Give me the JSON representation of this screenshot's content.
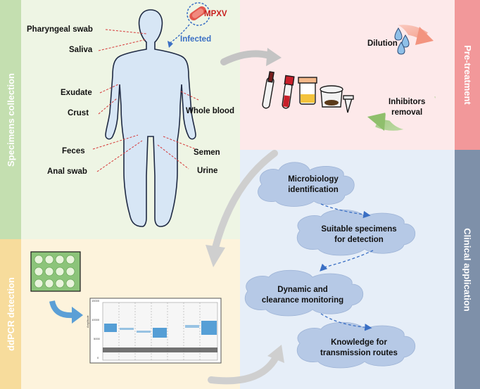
{
  "sections": {
    "specimens_collection": "Specimens collection",
    "pretreatment": "Pre-treatment",
    "ddpcr_detection": "ddPCR detection",
    "clinical_application": "Clinical application"
  },
  "specimens": {
    "pharyngeal_swab": "Pharyngeal swab",
    "saliva": "Saliva",
    "exudate": "Exudate",
    "crust": "Crust",
    "whole_blood": "Whole blood",
    "feces": "Feces",
    "anal_swab": "Anal swab",
    "semen": "Semen",
    "urine": "Urine"
  },
  "virus": {
    "label": "MPXV",
    "status": "Infected"
  },
  "pretreatment_steps": {
    "dilution": "Dilution",
    "inhibitors_line1": "Inhibitors",
    "inhibitors_line2": "removal"
  },
  "clinical_steps": [
    {
      "line1": "Microbiology",
      "line2": "identification"
    },
    {
      "line1": "Suitable specimens",
      "line2": "for detection"
    },
    {
      "line1": "Dynamic and",
      "line2": "clearance monitoring"
    },
    {
      "line1": "Knowledge for",
      "line2": "transmission routes"
    }
  ],
  "ddpcr_plot": {
    "y_ticks": [
      "15000",
      "10000",
      "5000",
      "0"
    ],
    "y_axis_label": "Amplitude"
  },
  "colors": {
    "green_panel": "#eef5e4",
    "pink_panel": "#fde9ea",
    "yellow_panel": "#fdf3dc",
    "blue_panel": "#e6eef8",
    "green_bar": "#c4dfb0",
    "red_bar": "#f2989a",
    "yellow_bar": "#f7dc9c",
    "blue_bar": "#7e90a9",
    "cloud": "#b6c9e6",
    "arrow_dashed": "#3a6fc4",
    "mpxv_red": "#c8201e"
  }
}
